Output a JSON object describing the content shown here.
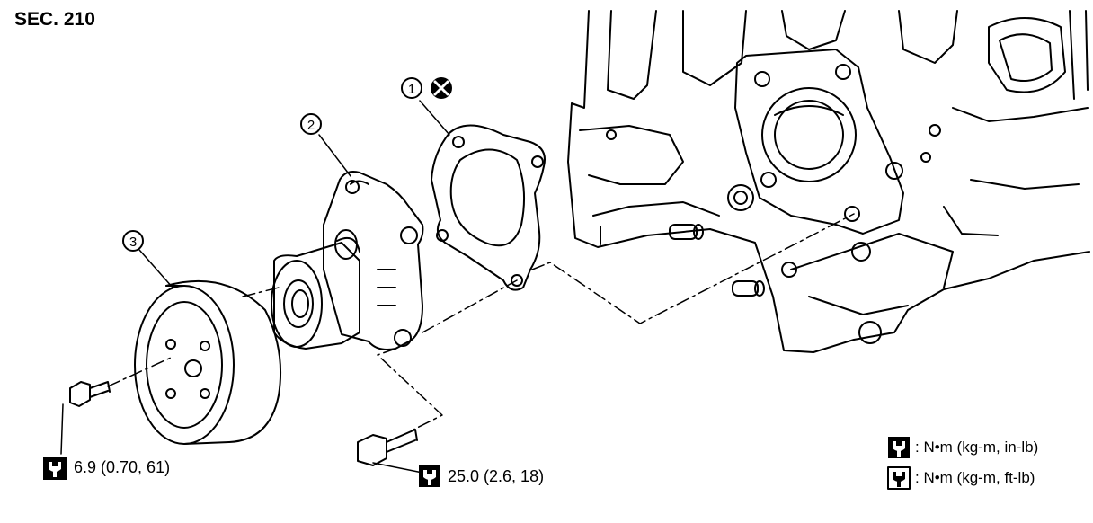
{
  "section": {
    "title": "SEC. 210"
  },
  "parts": [
    {
      "number": "1",
      "note_icon": "do-not-reuse-icon"
    },
    {
      "number": "2"
    },
    {
      "number": "3"
    }
  ],
  "torque_callouts": [
    {
      "icon": "torque-inlb-icon",
      "text": "6.9 (0.70, 61)"
    },
    {
      "icon": "torque-ftlb-icon",
      "text": "25.0 (2.6, 18)"
    }
  ],
  "legend": [
    {
      "icon": "torque-inlb-icon",
      "text": ": N•m (kg-m, in-lb)"
    },
    {
      "icon": "torque-ftlb-icon",
      "text": ": N•m (kg-m, ft-lb)"
    }
  ],
  "colors": {
    "ink": "#000000",
    "paper": "#ffffff"
  }
}
